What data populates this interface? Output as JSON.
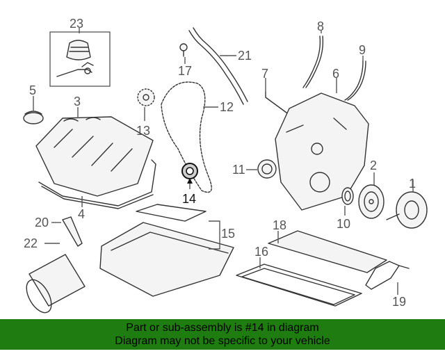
{
  "callouts": [
    "1",
    "2",
    "3",
    "4",
    "5",
    "6",
    "7",
    "8",
    "9",
    "10",
    "11",
    "12",
    "13",
    "14",
    "15",
    "16",
    "17",
    "18",
    "19",
    "20",
    "21",
    "22",
    "23"
  ],
  "banner": {
    "line1": "Part or sub-assembly is #14 in diagram",
    "line2": "Diagram may not be specific to your vehicle"
  },
  "colors": {
    "banner_bg": "#1e7c10",
    "line_art": "#333333",
    "highlight": "#111111"
  }
}
